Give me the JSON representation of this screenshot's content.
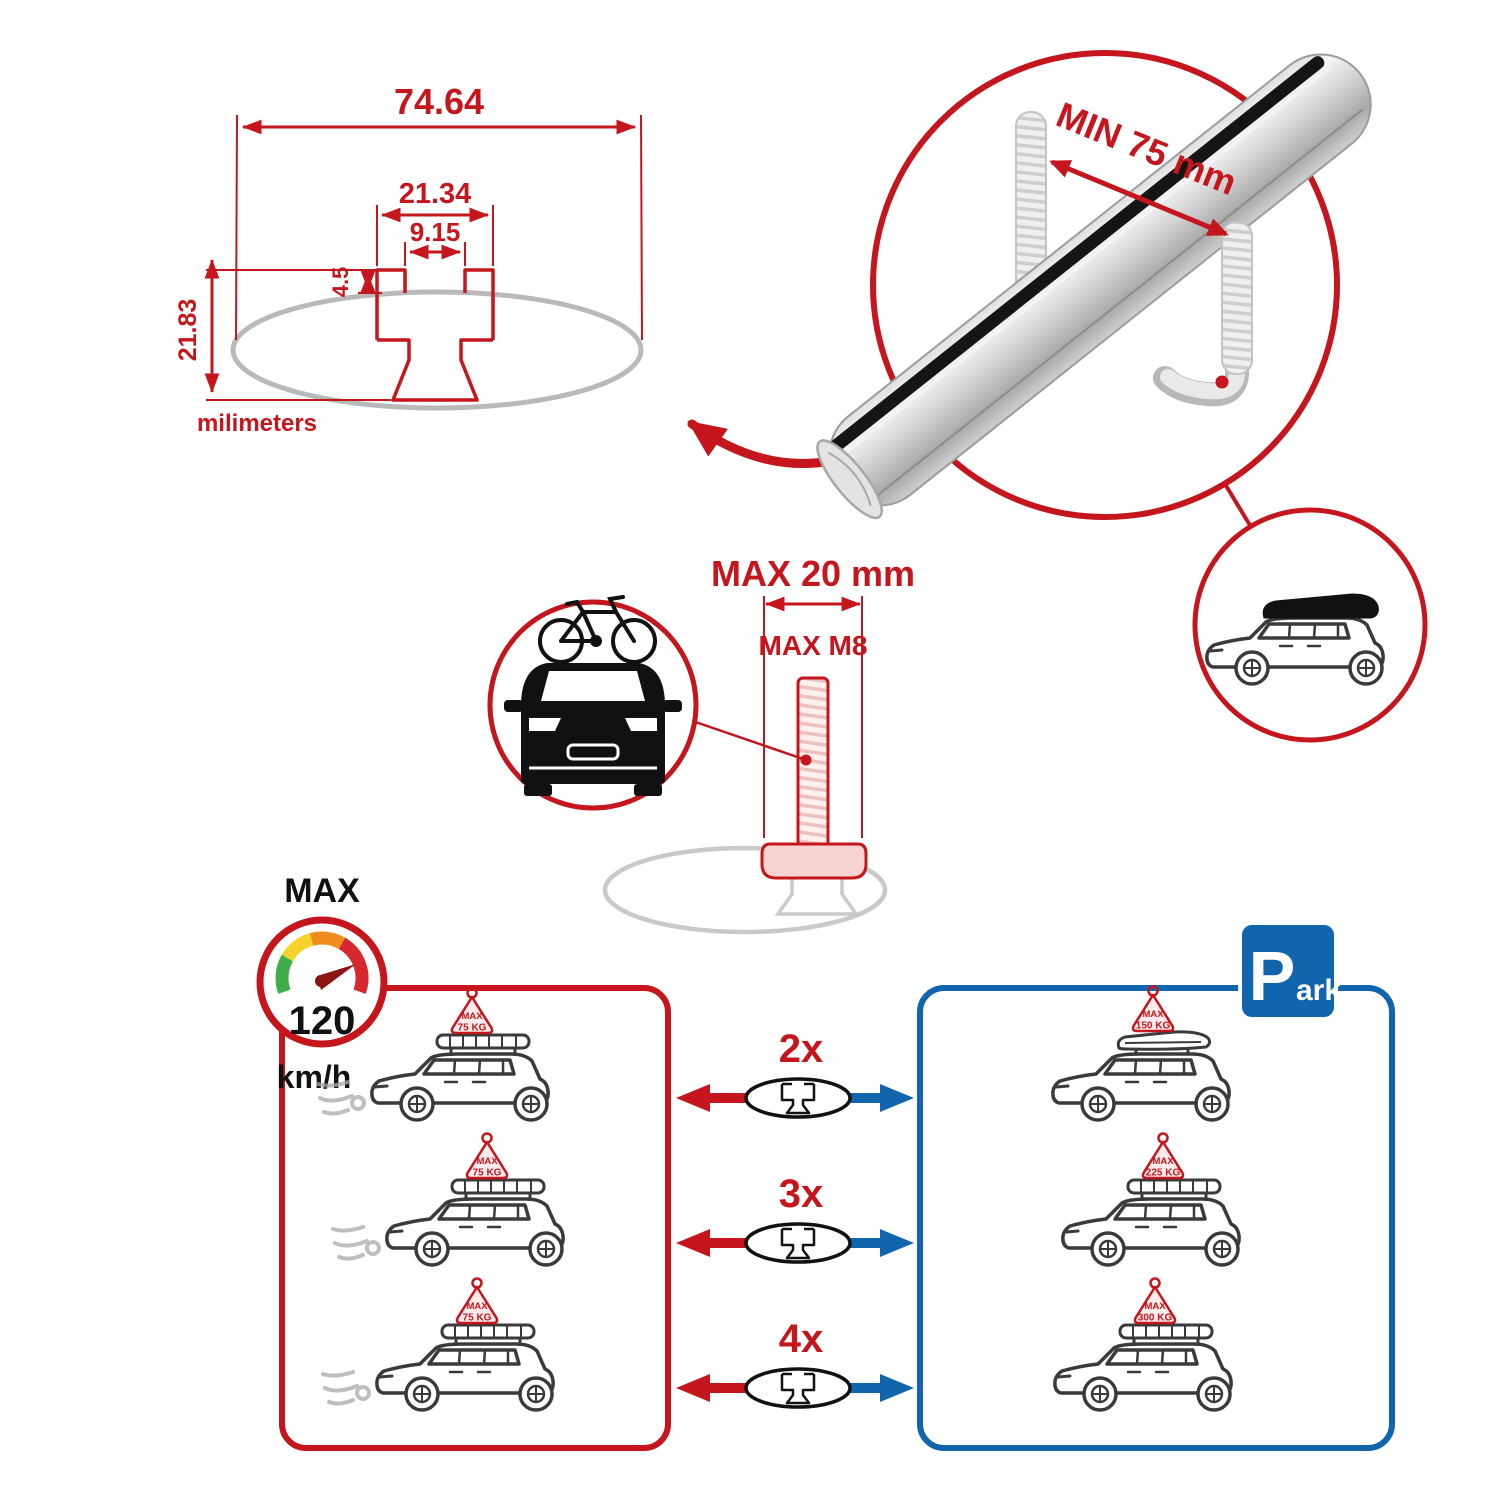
{
  "colors": {
    "accent_red": "#c4161c",
    "park_blue": "#1065ad",
    "ghost_gray": "#c9c9c9",
    "line_dark": "#3a3a3a"
  },
  "cross_section_diagram": {
    "total_width": "74.64",
    "opening_width": "21.34",
    "slot_width": "9.15",
    "lip_depth": "4.5",
    "total_height": "21.83",
    "units_label": "milimeters"
  },
  "crossbar_detail": {
    "min_flush_span": "MIN 75 mm"
  },
  "fitting": {
    "max_protrusion": "MAX 20 mm",
    "max_thread": "MAX M8"
  },
  "speed_limit": {
    "heading": "MAX",
    "value": "120",
    "unit": "km/h"
  },
  "parking_sign": {
    "letter": "P",
    "rest": "ark"
  },
  "driving_capacity": {
    "cars": [
      {
        "tag_title": "MAX",
        "tag_weight": "75 KG"
      },
      {
        "tag_title": "MAX",
        "tag_weight": "75 KG"
      },
      {
        "tag_title": "MAX",
        "tag_weight": "75 KG"
      }
    ]
  },
  "parked_capacity": {
    "cars": [
      {
        "tag_title": "MAX",
        "tag_weight": "150 KG"
      },
      {
        "tag_title": "MAX",
        "tag_weight": "225 KG"
      },
      {
        "tag_title": "MAX",
        "tag_weight": "300 KG"
      }
    ]
  },
  "bar_counts": [
    {
      "label": "2x"
    },
    {
      "label": "3x"
    },
    {
      "label": "4x"
    }
  ]
}
